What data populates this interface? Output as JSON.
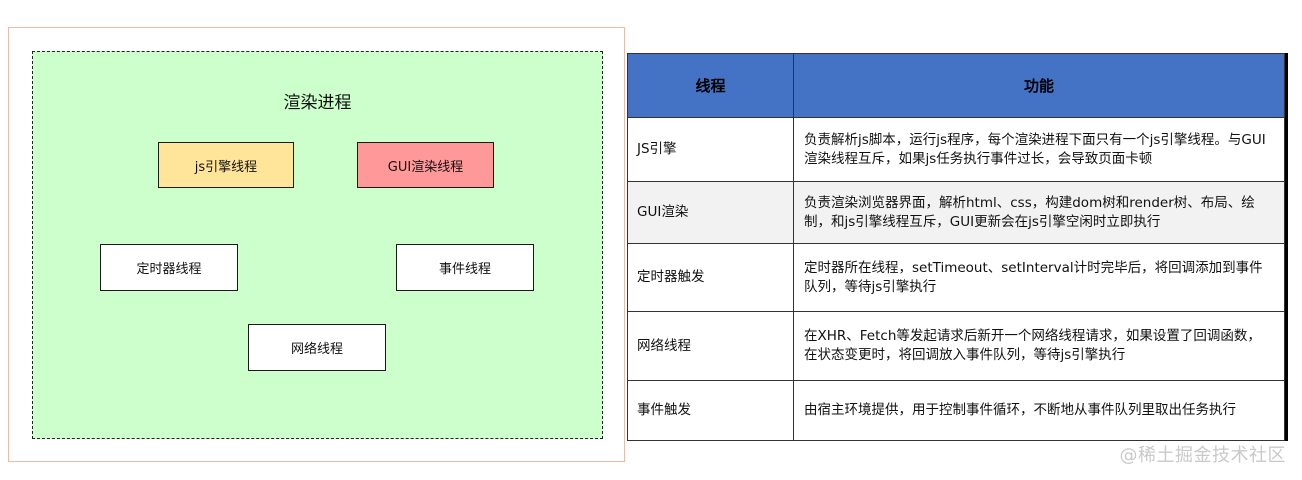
{
  "diagram": {
    "process_title": "渲染进程",
    "colors": {
      "frame_border": "#f0b8a8",
      "process_fill": "#ccffcc",
      "js_engine_fill": "#ffe599",
      "gui_render_fill": "#ff9999",
      "plain_fill": "#ffffff"
    },
    "threads": [
      {
        "id": "js-engine",
        "label": "js引擎线程"
      },
      {
        "id": "gui-render",
        "label": "GUI渲染线程"
      },
      {
        "id": "timer",
        "label": "定时器线程"
      },
      {
        "id": "event",
        "label": "事件线程"
      },
      {
        "id": "network",
        "label": "网络线程"
      }
    ]
  },
  "table": {
    "header_color": "#4472c4",
    "headers": [
      "线程",
      "功能"
    ],
    "rows": [
      {
        "thread": "JS引擎",
        "function": "负责解析js脚本，运行js程序，每个渲染进程下面只有一个js引擎线程。与GUI渲染线程互斥，如果js任务执行事件过长，会导致页面卡顿"
      },
      {
        "thread": "GUI渲染",
        "function": "负责渲染浏览器界面，解析html、css，构建dom树和render树、布局、绘制，和js引擎线程互斥，GUI更新会在js引擎空闲时立即执行"
      },
      {
        "thread": "定时器触发",
        "function": "定时器所在线程，setTimeout、setInterval计时完毕后，将回调添加到事件队列，等待js引擎执行"
      },
      {
        "thread": "网络线程",
        "function": "在XHR、Fetch等发起请求后新开一个网络线程请求，如果设置了回调函数，在状态变更时，将回调放入事件队列，等待js引擎执行"
      },
      {
        "thread": "事件触发",
        "function": "由宿主环境提供，用于控制事件循环，不断地从事件队列里取出任务执行"
      }
    ]
  },
  "credit": "@稀土掘金技术社区"
}
